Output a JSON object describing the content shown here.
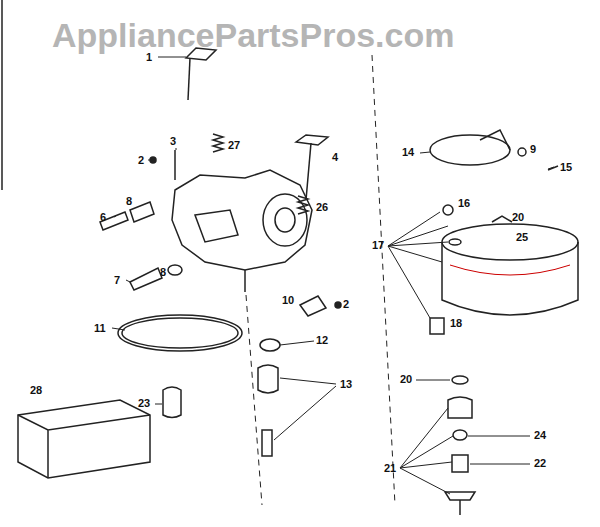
{
  "diagram": {
    "labels": [
      "AppliancePartsPros.com",
      "1",
      "2",
      "3",
      "27",
      "4",
      "26",
      "6",
      "8",
      "7",
      "8",
      "10",
      "2",
      "11",
      "12",
      "13",
      "23",
      "28",
      "14",
      "9",
      "15",
      "16",
      "20",
      "25",
      "17",
      "18",
      "20",
      "21",
      "24",
      "22"
    ]
  }
}
